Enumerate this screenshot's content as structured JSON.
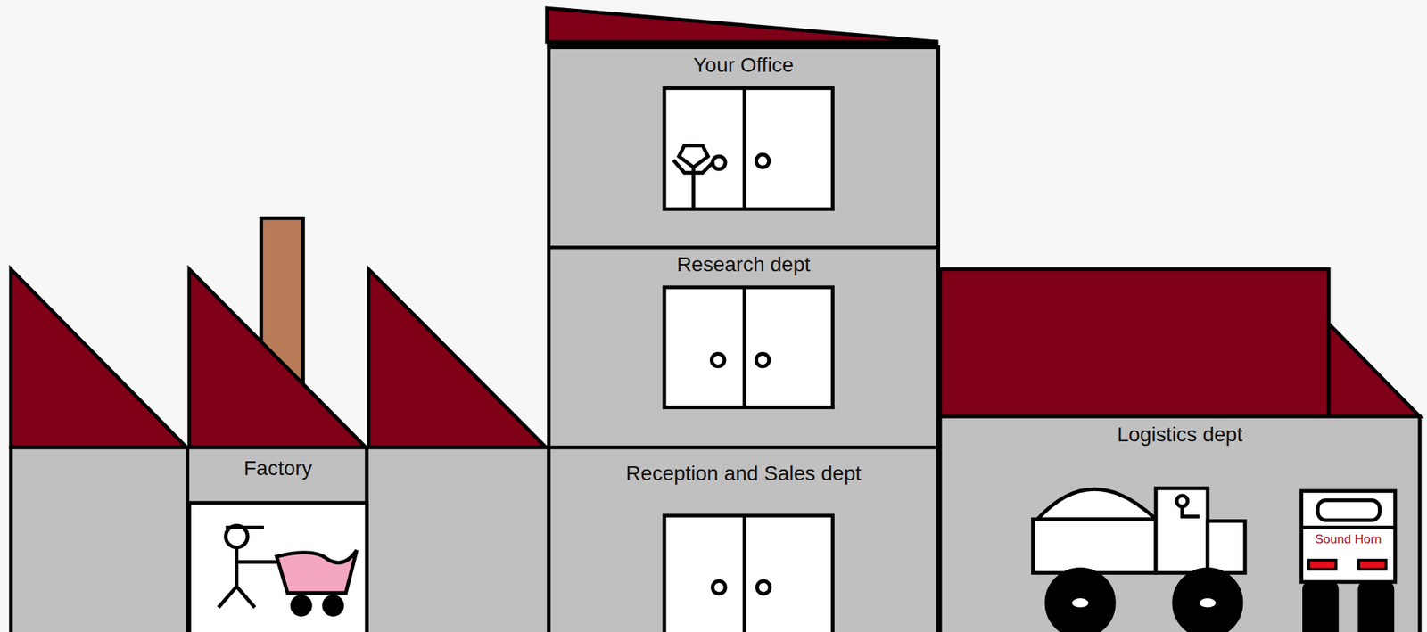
{
  "diagram": {
    "nodes": [
      {
        "text": [
          "Your Office"
        ]
      },
      {
        "text": [
          "Research dept"
        ]
      },
      {
        "text": [
          "Factory"
        ]
      },
      {
        "text": [
          "Reception and Sales dept"
        ]
      },
      {
        "text": [
          "Logistics dept"
        ]
      },
      {
        "text": [
          "Sound Horn"
        ],
        "in": 4
      }
    ]
  }
}
